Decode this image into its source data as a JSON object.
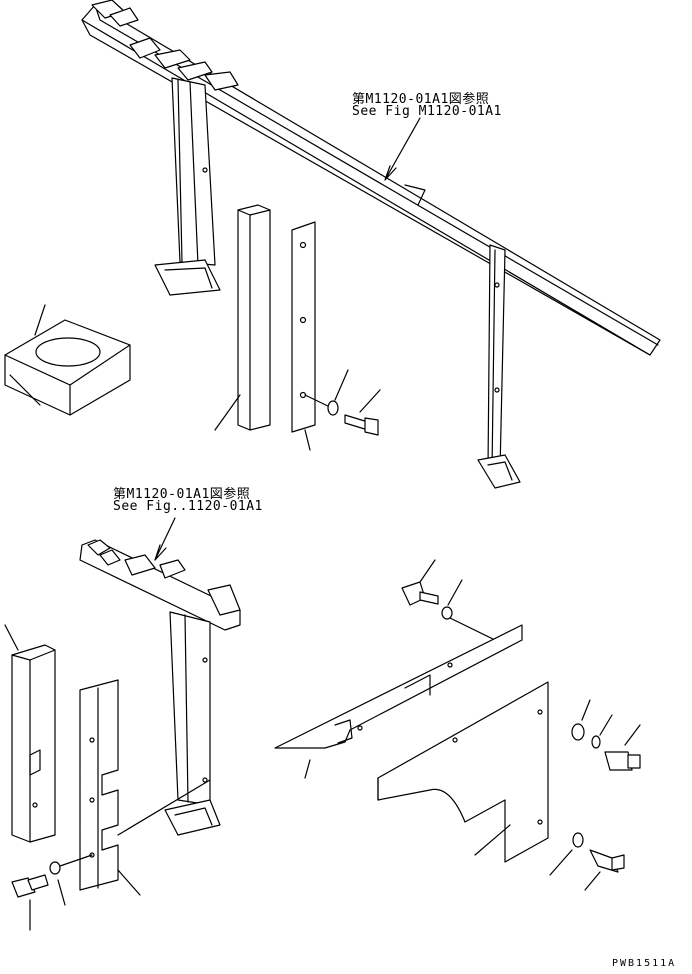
{
  "references": {
    "top_jp": "第M1120-01A1図参照",
    "top_en": "See Fig M1120-01A1",
    "mid_jp": "第M1120-01A1図参照",
    "mid_en": "See Fig..1120-01A1"
  },
  "drawing_code": "PWB1511A",
  "colors": {
    "line": "#000000",
    "background": "#ffffff"
  }
}
